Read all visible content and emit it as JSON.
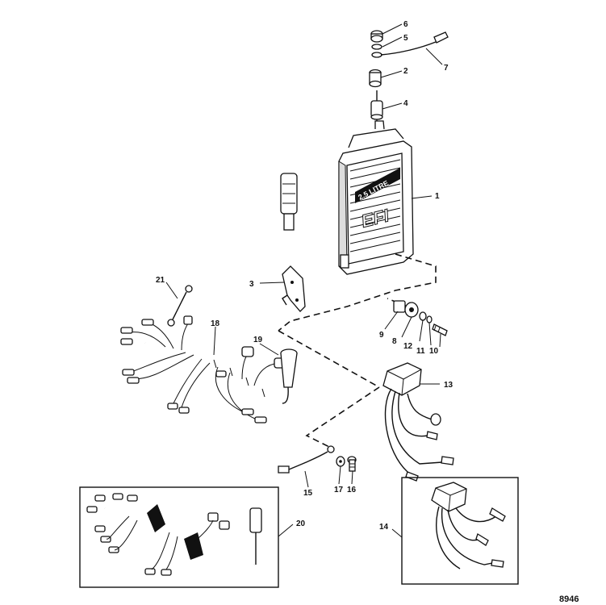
{
  "callouts": [
    {
      "id": "c1",
      "text": "1"
    },
    {
      "id": "c2",
      "text": "2"
    },
    {
      "id": "c3",
      "text": "3"
    },
    {
      "id": "c4",
      "text": "4"
    },
    {
      "id": "c5",
      "text": "5"
    },
    {
      "id": "c6",
      "text": "6"
    },
    {
      "id": "c7",
      "text": "7"
    },
    {
      "id": "c8",
      "text": "8"
    },
    {
      "id": "c9",
      "text": "9"
    },
    {
      "id": "c10",
      "text": "10"
    },
    {
      "id": "c11",
      "text": "11"
    },
    {
      "id": "c12",
      "text": "12"
    },
    {
      "id": "c13",
      "text": "13"
    },
    {
      "id": "c14",
      "text": "14"
    },
    {
      "id": "c15",
      "text": "15"
    },
    {
      "id": "c16",
      "text": "16"
    },
    {
      "id": "c17",
      "text": "17"
    },
    {
      "id": "c18",
      "text": "18"
    },
    {
      "id": "c19",
      "text": "19"
    },
    {
      "id": "c20",
      "text": "20"
    },
    {
      "id": "c21",
      "text": "21"
    }
  ],
  "drawing_number": "8946",
  "module_branding": {
    "logo": "2.5 LITRE",
    "badge": "EFI"
  }
}
